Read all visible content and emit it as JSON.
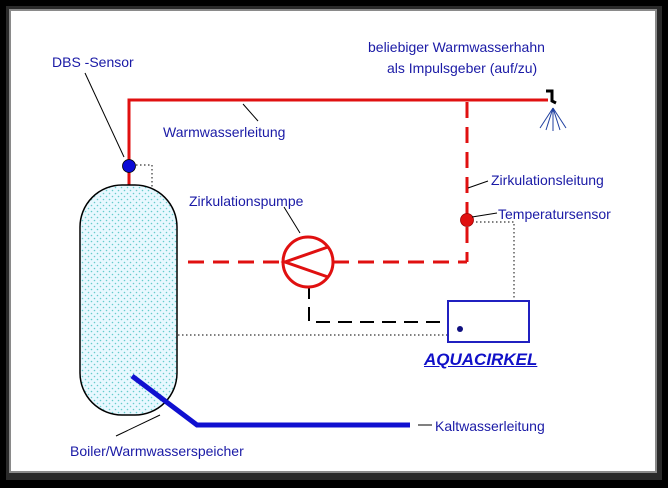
{
  "labels": {
    "dbs_sensor": "DBS -Sensor",
    "hahn_line1": "beliebiger Warmwasserhahn",
    "hahn_line2": "als Impulsgeber (auf/zu)",
    "warmwasserleitung": "Warmwasserleitung",
    "zirkulationsleitung": "Zirkulationsleitung",
    "zirkulationspumpe": "Zirkulationspumpe",
    "temperatursensor": "Temperatursensor",
    "aquacirkel": "AQUACIRKEL",
    "kaltwasserleitung": "Kaltwasserleitung",
    "boiler": "Boiler/Warmwasserspeicher"
  },
  "icons": [
    "dbs-sensor-dot",
    "pump-symbol",
    "temperature-sensor-dot",
    "faucet-icon",
    "controller-box"
  ],
  "colors": {
    "hot_water": "#e01010",
    "cold_water": "#1010d0",
    "label_text": "#1a1aa6",
    "tank_fill": "#e6f7ff",
    "tank_dots": "#5cc9c9",
    "controller_border": "#2020c0"
  }
}
